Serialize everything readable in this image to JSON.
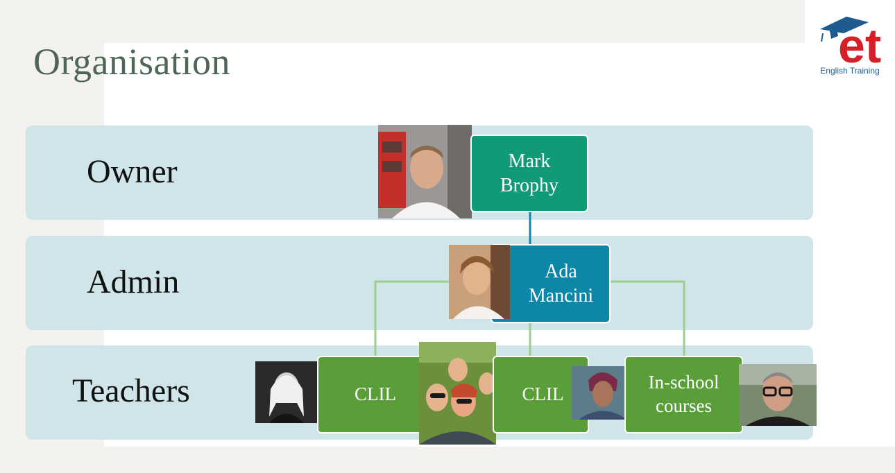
{
  "slide": {
    "title": "Organisation"
  },
  "logo": {
    "mark": "et",
    "caption": "English Training",
    "icon": "graduation-cap-icon",
    "colors": {
      "mark": "#d61f26",
      "cap": "#1d5b8e"
    }
  },
  "bands": [
    {
      "label": "Owner"
    },
    {
      "label": "Admin"
    },
    {
      "label": "Teachers"
    }
  ],
  "nodes": {
    "owner": {
      "name": "Mark\nBrophy"
    },
    "admin": {
      "name": "Ada\nMancini"
    },
    "teachers": [
      {
        "role": "CLIL"
      },
      {
        "role": "CLIL"
      },
      {
        "role": "In-school\ncourses"
      }
    ]
  },
  "colors": {
    "band": "#d0e5e9",
    "owner_node": "#109a78",
    "admin_node": "#0d86a8",
    "teacher_node": "#5a9e3a",
    "title": "#4e6656"
  }
}
